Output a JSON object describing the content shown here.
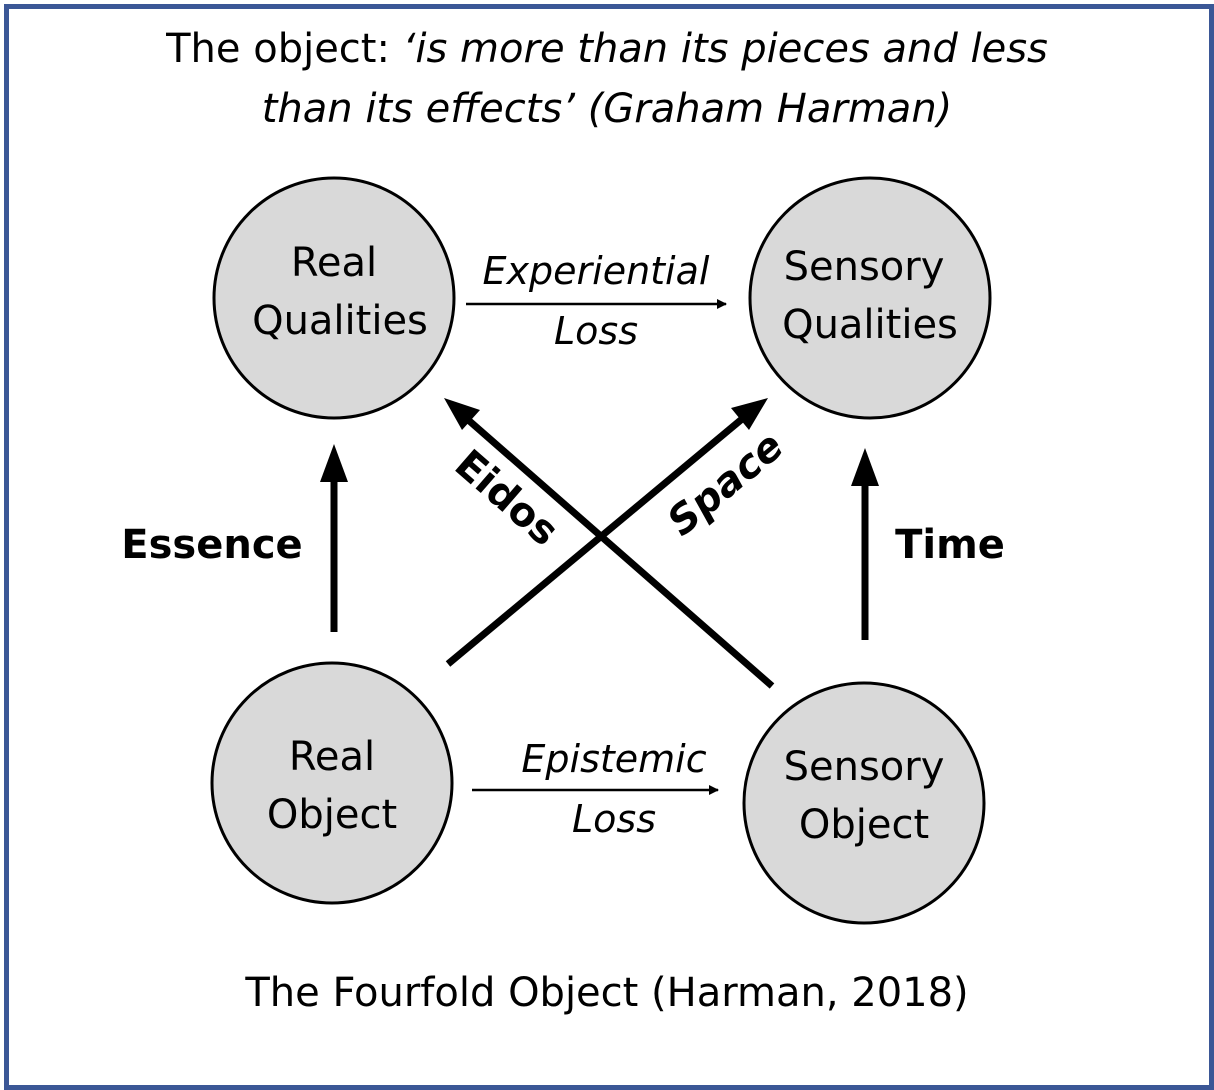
{
  "title": {
    "line1_prefix": "The object: ",
    "line1_quote": "‘is more than its pieces and less",
    "line2_quote": "than its effects’",
    "line2_attribution": " (Graham Harman)"
  },
  "nodes": {
    "real_qualities": {
      "line1": "Real",
      "line2": "Qualities"
    },
    "sensory_qualities": {
      "line1": "Sensory",
      "line2": "Qualities"
    },
    "real_object": {
      "line1": "Real",
      "line2": "Object"
    },
    "sensory_object": {
      "line1": "Sensory",
      "line2": "Object"
    }
  },
  "edges": {
    "experiential_loss": {
      "line1": "Experiential",
      "line2": "Loss"
    },
    "epistemic_loss": {
      "line1": "Epistemic",
      "line2": "Loss"
    },
    "essence": "Essence",
    "time": "Time",
    "eidos": "Eidos",
    "space": "Space"
  },
  "caption": "The Fourfold Object (Harman, 2018)",
  "colors": {
    "border": "#3b5796",
    "node_fill": "#d9d9d9",
    "stroke": "#000000"
  }
}
